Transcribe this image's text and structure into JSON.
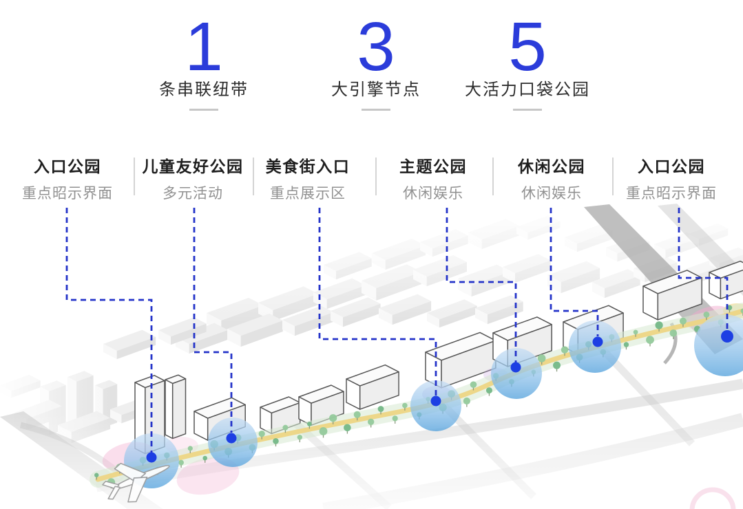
{
  "stats": [
    {
      "value": "1",
      "label": "条串联纽带"
    },
    {
      "value": "3",
      "label": "大引擎节点"
    },
    {
      "value": "5",
      "label": "大活力口袋公园"
    }
  ],
  "parks": [
    {
      "title": "入口公园",
      "subtitle": "重点昭示界面"
    },
    {
      "title": "儿童友好公园",
      "subtitle": "多元活动"
    },
    {
      "title": "美食街入口",
      "subtitle": "重点展示区"
    },
    {
      "title": "主题公园",
      "subtitle": "休闲娱乐"
    },
    {
      "title": "休闲公园",
      "subtitle": "休闲娱乐"
    },
    {
      "title": "入口公园",
      "subtitle": "重点昭示界面"
    }
  ],
  "map": {
    "highlight_count": 6
  },
  "icons": [
    "airplane-icon",
    "tree-icon",
    "marker-dot"
  ],
  "colors": {
    "accent_blue": "#2B3CDA",
    "leader_blue": "#2433C9",
    "marker_blue": "#1D3FE3",
    "highlight_blue": "#74B3E6",
    "greenway_yellow": "#EDD584",
    "tree_green": "#8FC795",
    "pink_accent": "#F2A9CE"
  }
}
